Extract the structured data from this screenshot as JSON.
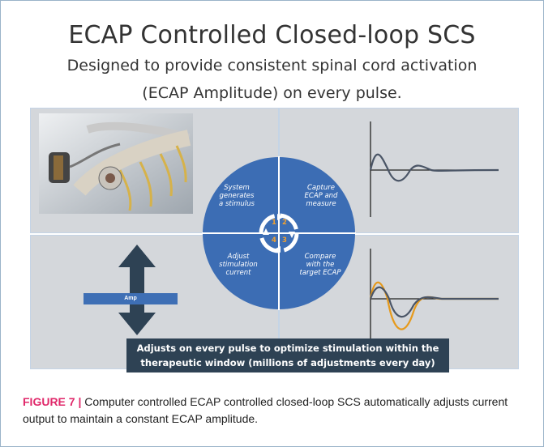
{
  "title": "ECAP Controlled Closed-loop SCS",
  "subtitle_line1": "Designed to provide consistent spinal cord activation",
  "subtitle_line2": "(ECAP Amplitude) on every pulse.",
  "cycle": {
    "step1": {
      "line1": "System",
      "line2": "generates",
      "line3": "a stimulus",
      "number": "1"
    },
    "step2": {
      "line1": "Capture",
      "line2": "ECAP and",
      "line3": "measure",
      "number": "2"
    },
    "step3": {
      "line1": "Compare",
      "line2": "with the",
      "line3": "target ECAP",
      "number": "3"
    },
    "step4": {
      "line1": "Adjust",
      "line2": "stimulation",
      "line3": "current",
      "number": "4"
    }
  },
  "amp_label": "Amp",
  "banner_line1": "Adjusts on every pulse to optimize stimulation within the",
  "banner_line2": "therapeutic window (millions of adjustments every day)",
  "caption_label": "FIGURE 7 |",
  "caption_text": " Computer controlled ECAP controlled closed-loop SCS automatically adjusts current output to maintain a constant ECAP amplitude.",
  "colors": {
    "circle": "#3c6db4",
    "banner": "#2e4254",
    "panel": "#d4d7db",
    "trace_dark": "#4a5566",
    "trace_orange": "#e69a1c",
    "caption_label": "#e0286a"
  },
  "icons": [
    "spinal-cord-device-image",
    "cycle-arrows-icon",
    "double-arrow-icon"
  ]
}
